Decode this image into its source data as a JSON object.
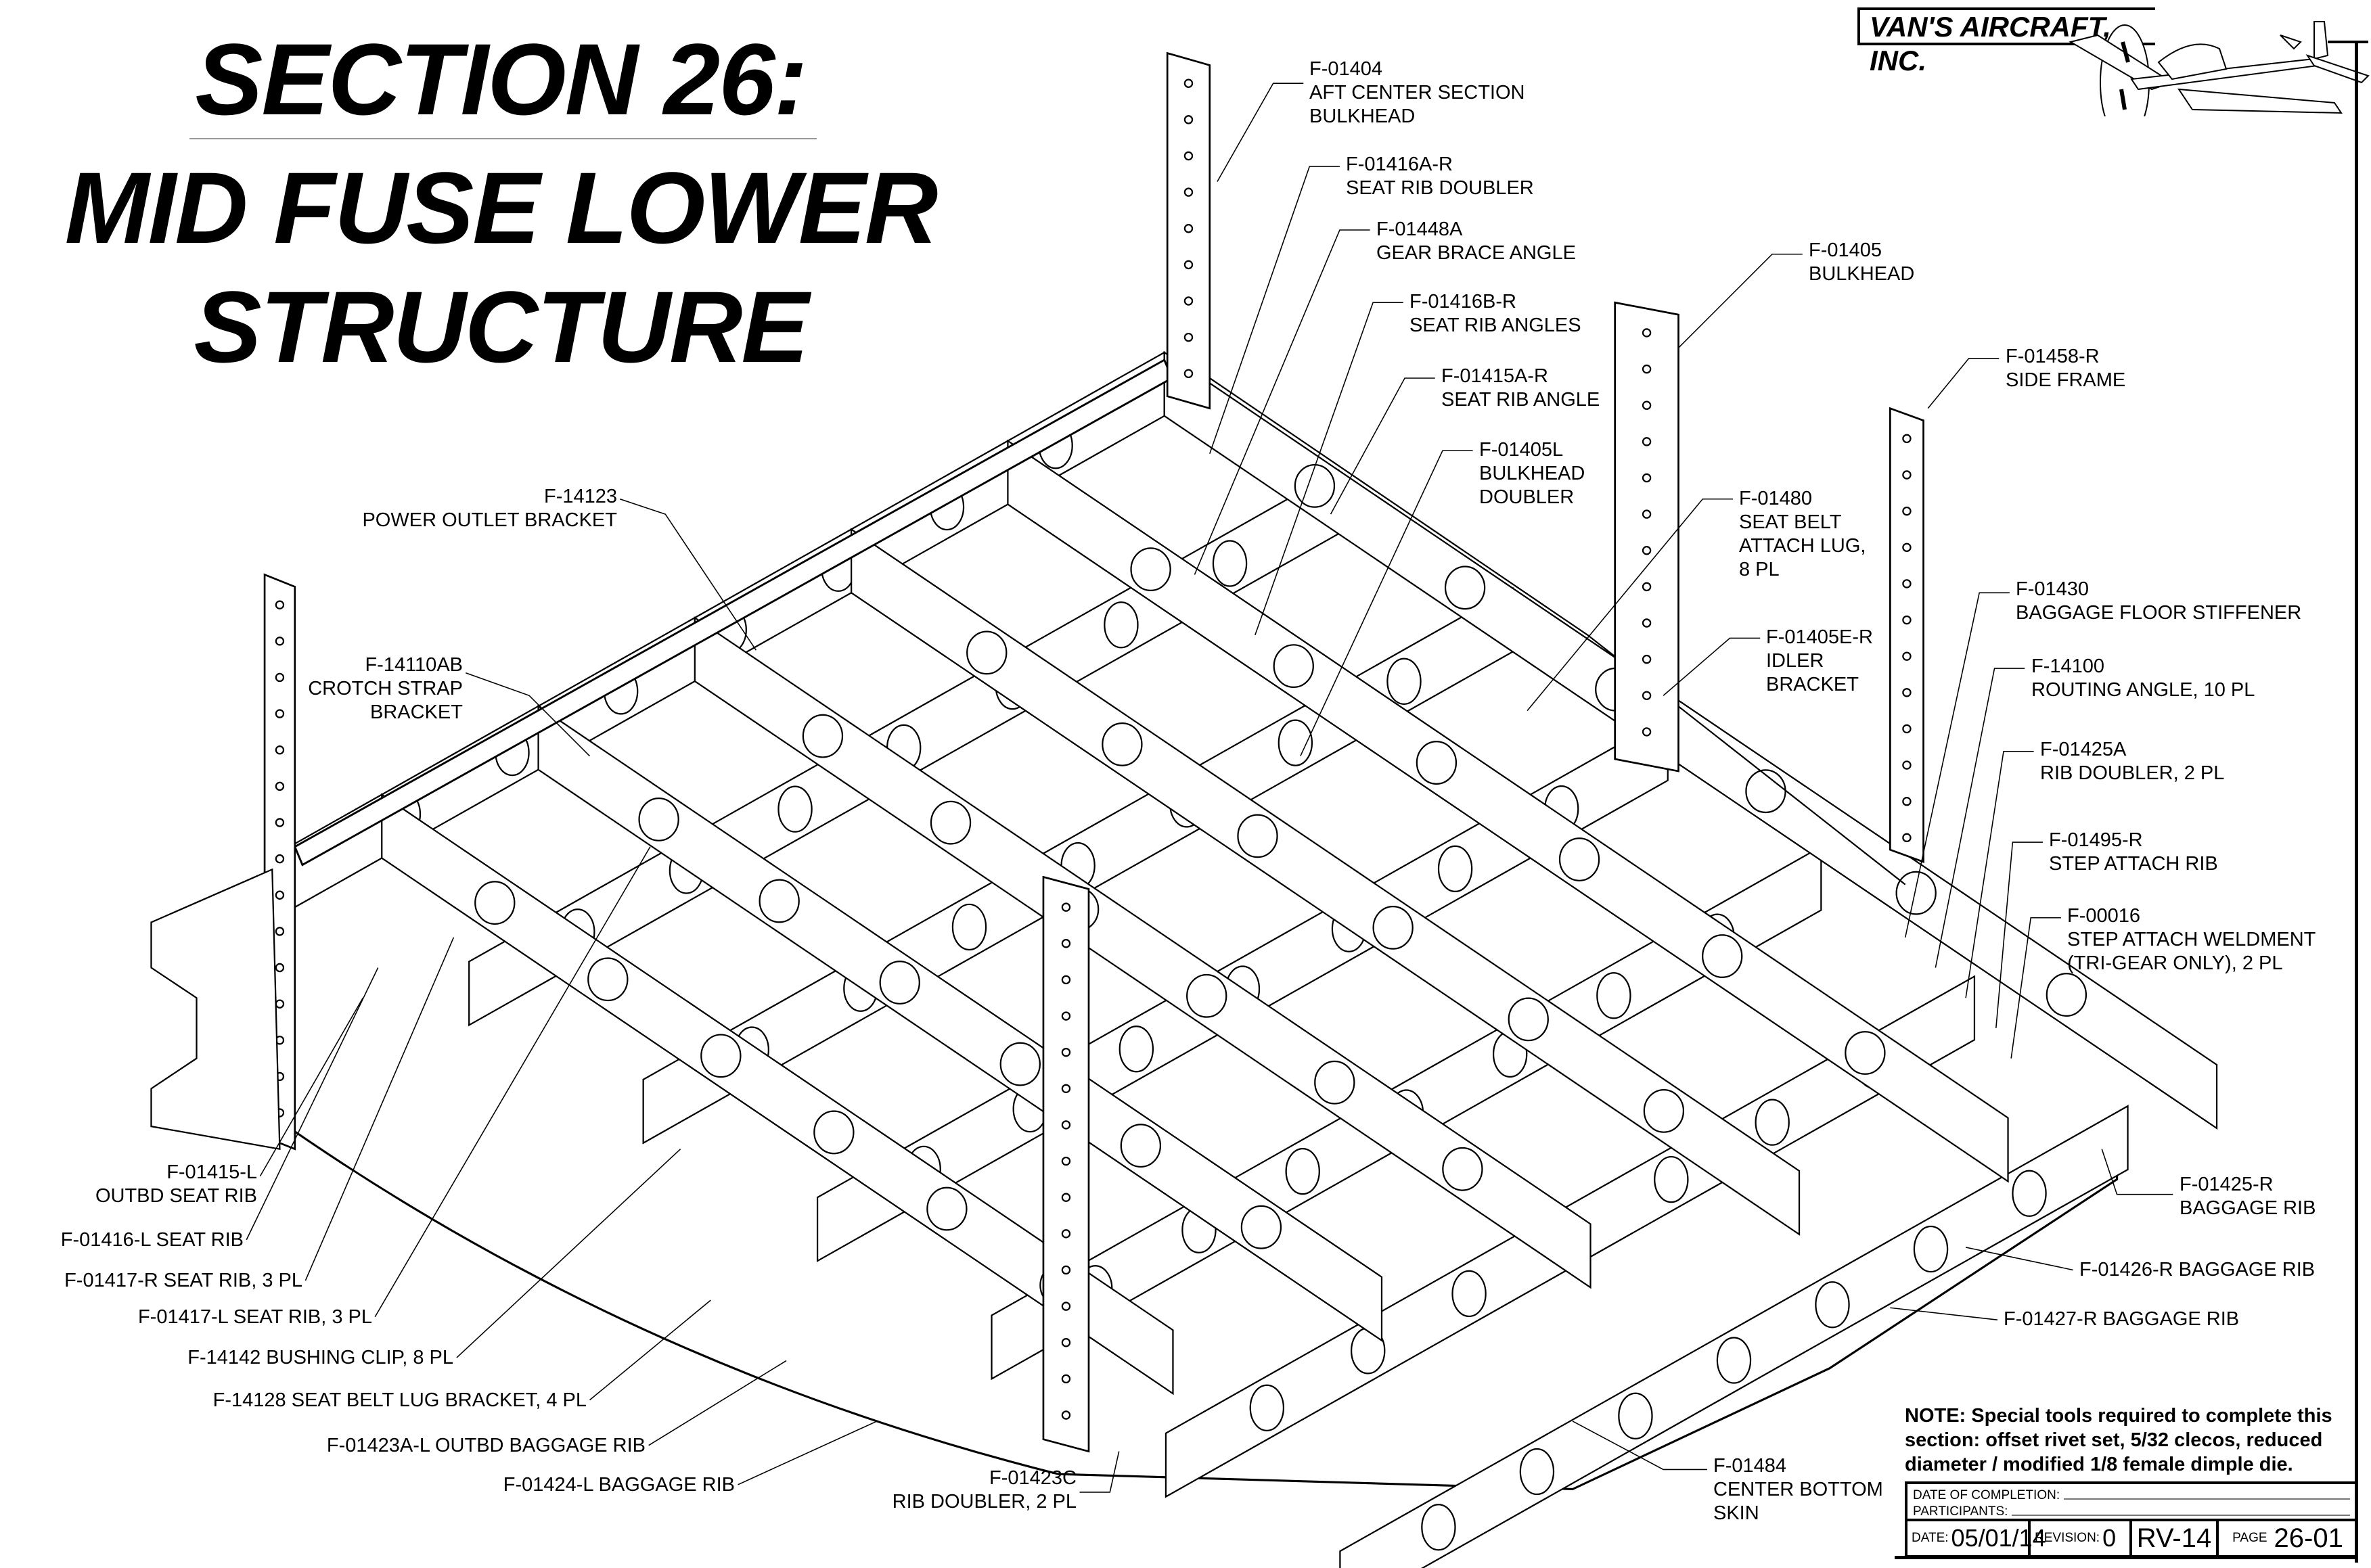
{
  "title": {
    "line1": "SECTION 26:",
    "line2": "MID FUSE LOWER",
    "line3": "STRUCTURE"
  },
  "logo": {
    "company": "VAN'S AIRCRAFT, INC.",
    "icon": "airplane-icon"
  },
  "callouts": [
    {
      "id": "f01404",
      "lines": [
        "F-01404",
        "AFT CENTER SECTION",
        "BULKHEAD"
      ]
    },
    {
      "id": "f01416ar",
      "lines": [
        "F-01416A-R",
        "SEAT RIB DOUBLER"
      ]
    },
    {
      "id": "f01448a",
      "lines": [
        "F-01448A",
        "GEAR BRACE ANGLE"
      ]
    },
    {
      "id": "f01416br",
      "lines": [
        "F-01416B-R",
        "SEAT RIB ANGLES"
      ]
    },
    {
      "id": "f01415ar",
      "lines": [
        "F-01415A-R",
        "SEAT RIB ANGLE"
      ]
    },
    {
      "id": "f01405l",
      "lines": [
        "F-01405L",
        "BULKHEAD",
        "DOUBLER"
      ]
    },
    {
      "id": "f01405",
      "lines": [
        "F-01405",
        "BULKHEAD"
      ]
    },
    {
      "id": "f01458r",
      "lines": [
        "F-01458-R",
        "SIDE FRAME"
      ]
    },
    {
      "id": "f01480",
      "lines": [
        "F-01480",
        "SEAT BELT",
        "ATTACH LUG,",
        "8 PL"
      ]
    },
    {
      "id": "f01430",
      "lines": [
        "F-01430",
        "BAGGAGE FLOOR STIFFENER"
      ]
    },
    {
      "id": "f01405er",
      "lines": [
        "F-01405E-R",
        "IDLER",
        "BRACKET"
      ]
    },
    {
      "id": "f14100",
      "lines": [
        "F-14100",
        "ROUTING ANGLE, 10 PL"
      ]
    },
    {
      "id": "f01425a",
      "lines": [
        "F-01425A",
        "RIB DOUBLER, 2 PL"
      ]
    },
    {
      "id": "f01495r",
      "lines": [
        "F-01495-R",
        "STEP ATTACH RIB"
      ]
    },
    {
      "id": "f00016",
      "lines": [
        "F-00016",
        "STEP ATTACH WELDMENT",
        "(TRI-GEAR ONLY), 2 PL"
      ]
    },
    {
      "id": "f01425r",
      "lines": [
        "F-01425-R",
        "BAGGAGE RIB"
      ]
    },
    {
      "id": "f01426r",
      "lines": [
        "F-01426-R BAGGAGE RIB"
      ]
    },
    {
      "id": "f01427r",
      "lines": [
        "F-01427-R BAGGAGE RIB"
      ]
    },
    {
      "id": "f01484",
      "lines": [
        "F-01484",
        "CENTER BOTTOM",
        "SKIN"
      ]
    },
    {
      "id": "f01423c",
      "lines": [
        "F-01423C",
        "RIB DOUBLER, 2 PL"
      ]
    },
    {
      "id": "f01424l",
      "lines": [
        "F-01424-L BAGGAGE RIB"
      ]
    },
    {
      "id": "f01423al",
      "lines": [
        "F-01423A-L OUTBD BAGGAGE RIB"
      ]
    },
    {
      "id": "f14128",
      "lines": [
        "F-14128 SEAT BELT LUG BRACKET, 4 PL"
      ]
    },
    {
      "id": "f14142",
      "lines": [
        "F-14142 BUSHING CLIP, 8 PL"
      ]
    },
    {
      "id": "f01417l",
      "lines": [
        "F-01417-L SEAT RIB, 3 PL"
      ]
    },
    {
      "id": "f01417r",
      "lines": [
        "F-01417-R SEAT RIB, 3 PL"
      ]
    },
    {
      "id": "f01416l",
      "lines": [
        "F-01416-L SEAT RIB"
      ]
    },
    {
      "id": "f01415l",
      "lines": [
        "F-01415-L",
        "OUTBD SEAT RIB"
      ]
    },
    {
      "id": "f14110ab",
      "lines": [
        "F-14110AB",
        "CROTCH STRAP",
        "BRACKET"
      ]
    },
    {
      "id": "f14123",
      "lines": [
        "F-14123",
        "POWER OUTLET BRACKET"
      ]
    }
  ],
  "note": {
    "lines": [
      "NOTE: Special tools required to complete this",
      "section: offset rivet set, 5/32 clecos, reduced",
      "diameter / modified 1/8 female dimple die."
    ]
  },
  "title_block": {
    "date_of_completion_label": "DATE OF COMPLETION:",
    "participants_label": "PARTICIPANTS:",
    "date_label": "DATE:",
    "date_value": "05/01/14",
    "revision_label": "REVISION:",
    "revision_value": "0",
    "model": "RV-14",
    "page_label": "PAGE",
    "page_value": "26-01"
  }
}
